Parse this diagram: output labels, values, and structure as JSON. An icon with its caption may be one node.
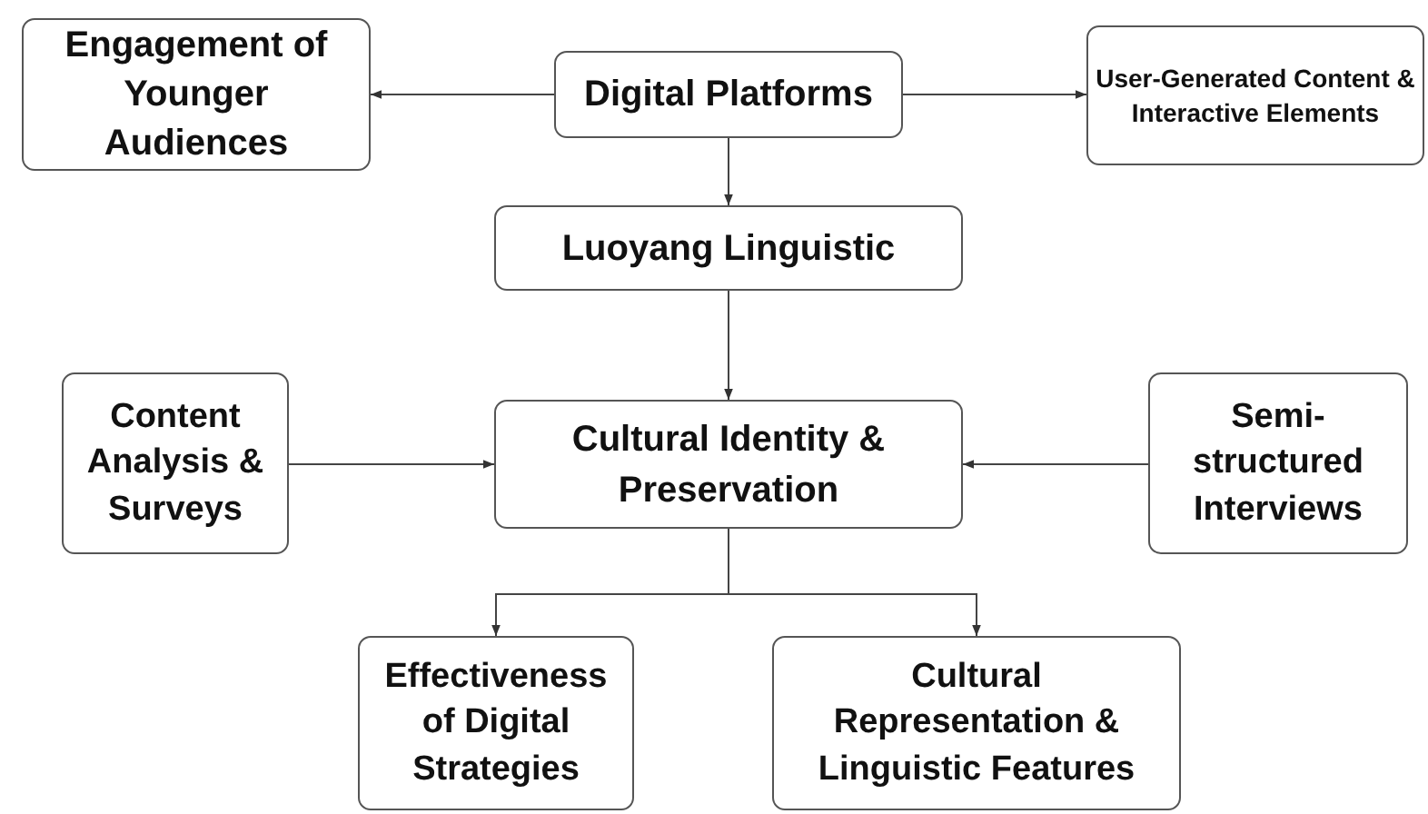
{
  "diagram": {
    "nodes": [
      {
        "text": [
          "Engagement of Younger Audiences"
        ]
      },
      {
        "text": [
          "Digital Platforms"
        ]
      },
      {
        "text": [
          "User-Generated Content & Interactive Elements"
        ]
      },
      {
        "text": [
          "Luoyang Linguistic"
        ]
      },
      {
        "text": [
          "Content Analysis & Surveys"
        ]
      },
      {
        "text": [
          "Cultural Identity & Preservation"
        ]
      },
      {
        "text": [
          "Semi-structured Interviews"
        ]
      },
      {
        "text": [
          "Effectiveness of Digital Strategies"
        ]
      },
      {
        "text": [
          "Cultural Representation & Linguistic Features"
        ]
      }
    ],
    "edges": [
      {
        "from": 1,
        "to": 0,
        "arrow": "to"
      },
      {
        "from": 1,
        "to": 2,
        "arrow": "to"
      },
      {
        "from": 1,
        "to": 3,
        "arrow": "to"
      },
      {
        "from": 3,
        "to": 5,
        "arrow": "to"
      },
      {
        "from": 4,
        "to": 5,
        "arrow": "to"
      },
      {
        "from": 6,
        "to": 5,
        "arrow": "to"
      },
      {
        "from": 5,
        "to": 7,
        "arrow": "to"
      },
      {
        "from": 5,
        "to": 8,
        "arrow": "to"
      }
    ]
  }
}
